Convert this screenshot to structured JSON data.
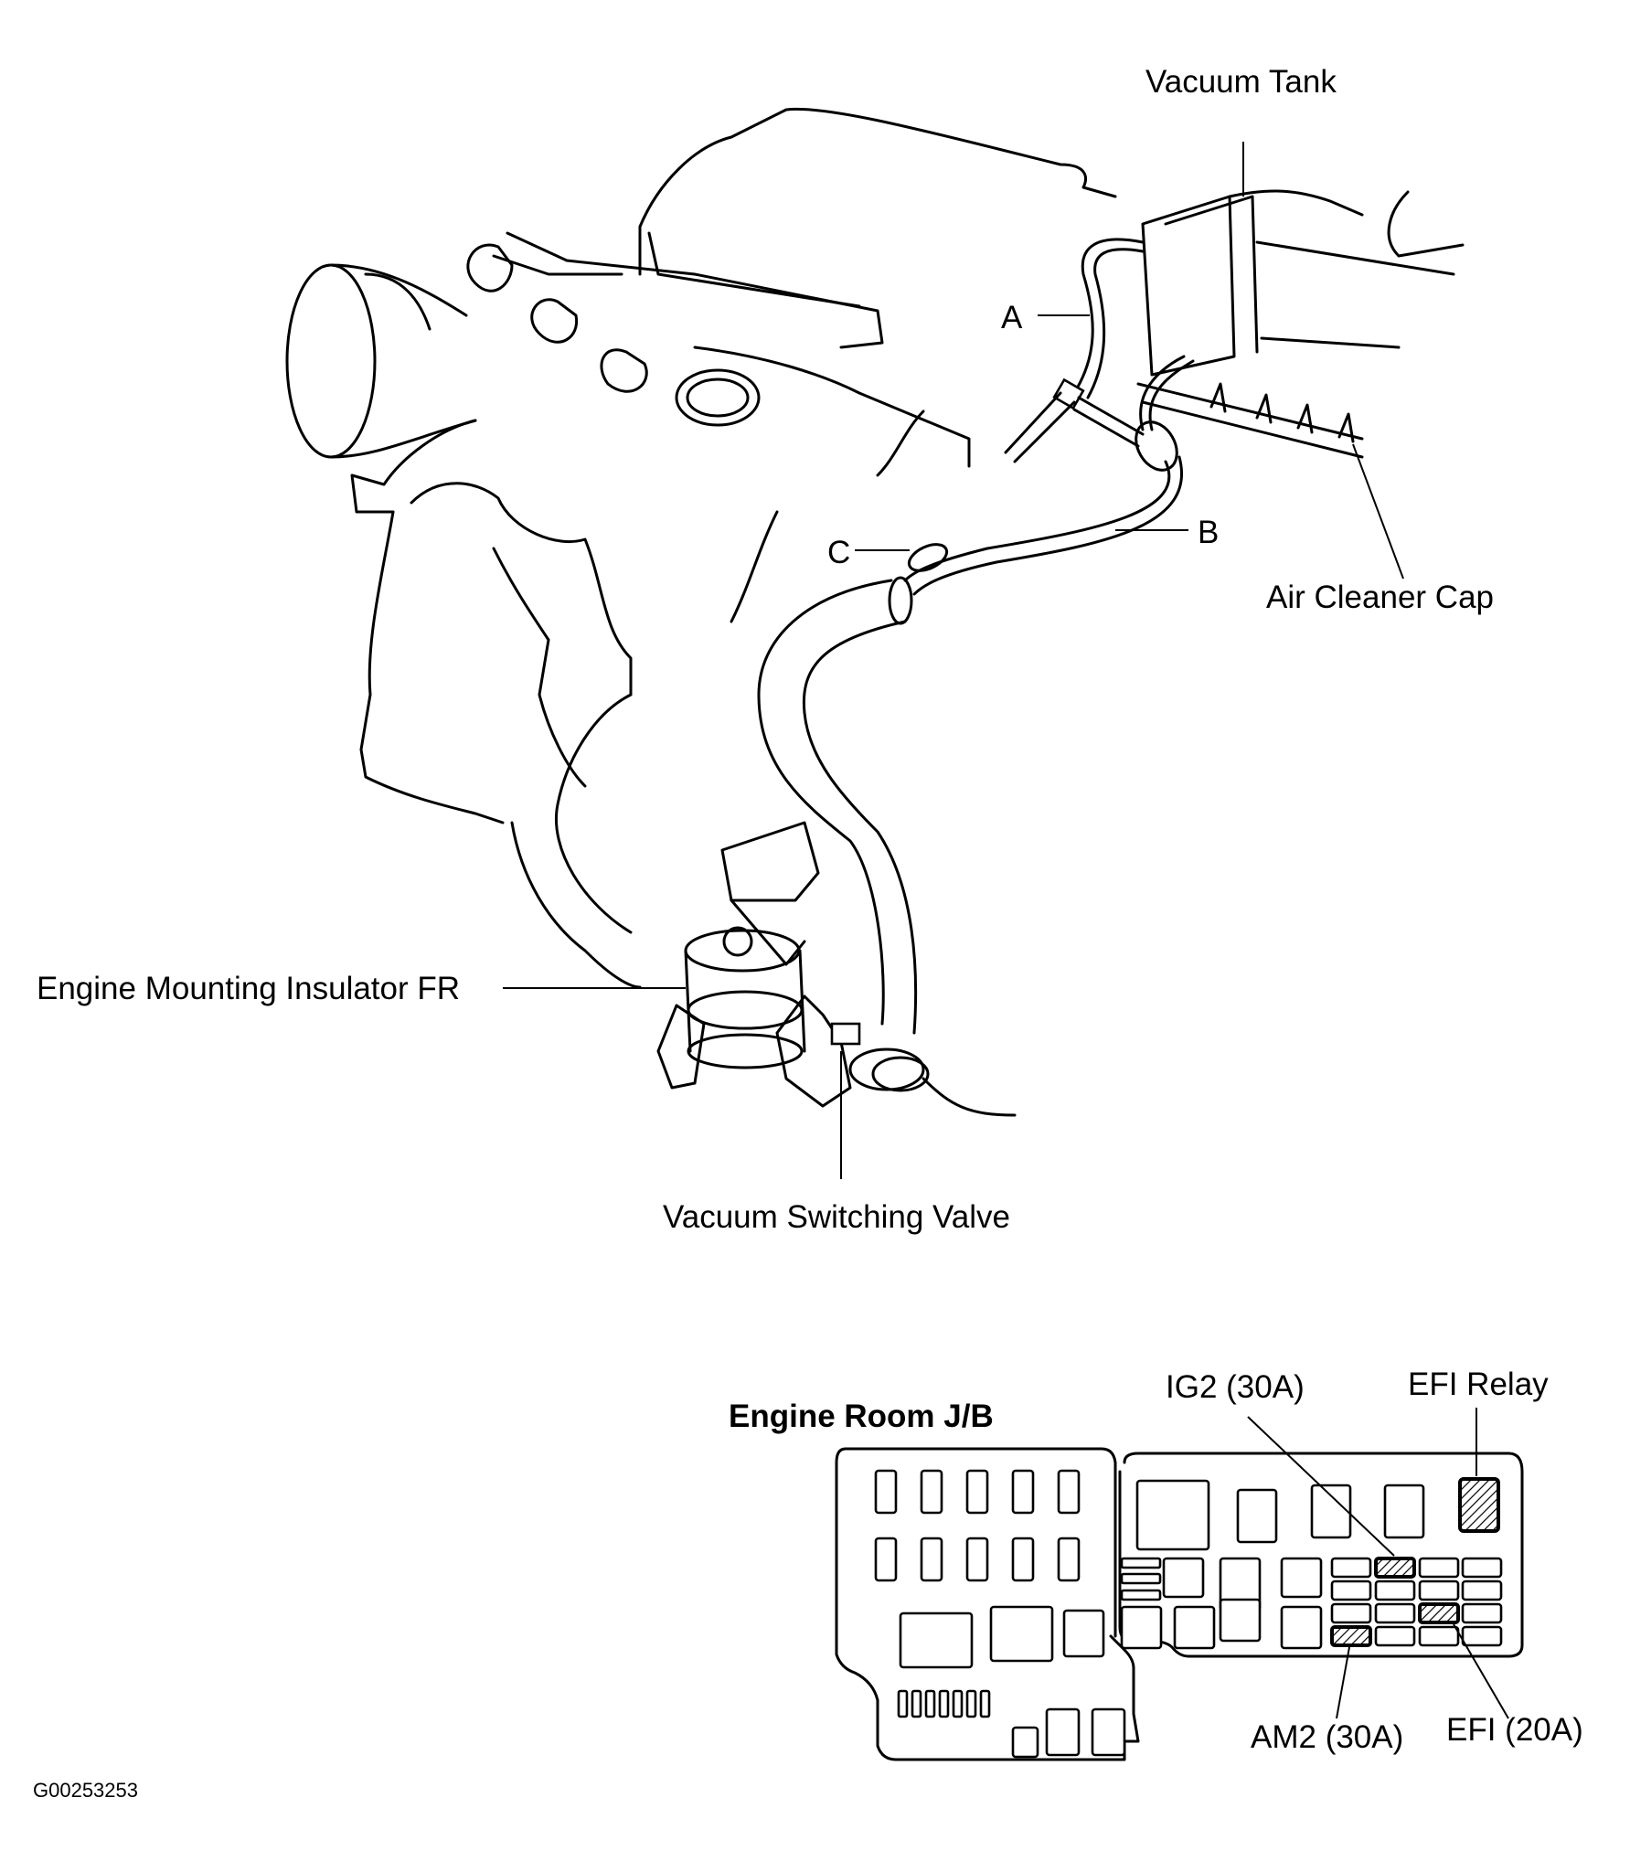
{
  "figure": {
    "id_code": "G00253253",
    "background": "#ffffff",
    "line_color": "#000000"
  },
  "engine_diagram": {
    "labels": {
      "vacuum_tank": "Vacuum Tank",
      "hose_a": "A",
      "hose_b": "B",
      "hose_c": "C",
      "air_cleaner_cap": "Air Cleaner Cap",
      "engine_mounting_insulator": "Engine Mounting Insulator FR",
      "vacuum_switching_valve": "Vacuum Switching Valve"
    }
  },
  "junction_block": {
    "title": "Engine Room J/B",
    "callouts": {
      "ig2": "IG2 (30A)",
      "efi_relay": "EFI Relay",
      "am2": "AM2 (30A)",
      "efi": "EFI (20A)"
    },
    "highlighted_components": [
      "IG2 (30A)",
      "EFI Relay",
      "AM2 (30A)",
      "EFI (20A)"
    ]
  }
}
